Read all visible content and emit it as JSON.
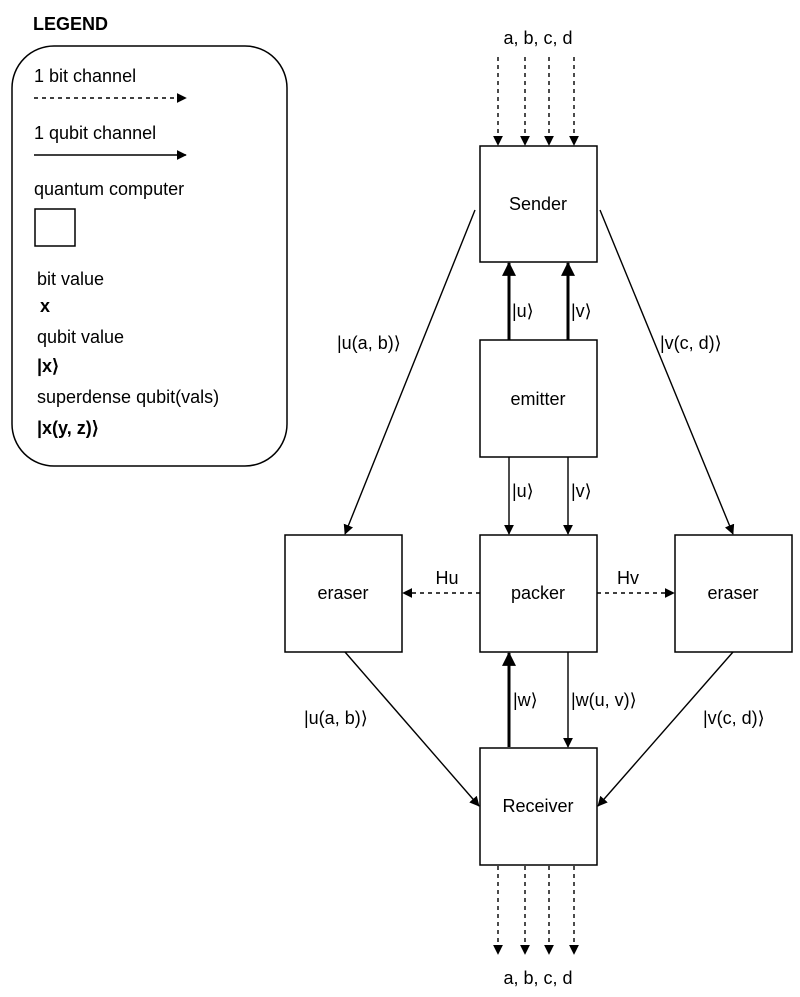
{
  "legend": {
    "title": "LEGEND",
    "bit_channel": "1 bit channel",
    "qubit_channel": "1 qubit channel",
    "quantum_computer": "quantum computer",
    "bit_value": "bit value",
    "bit_example": "x",
    "qubit_value": "qubit value",
    "qubit_example": "|x⟩",
    "superdense": "superdense qubit(vals)",
    "superdense_example": "|x(y, z)⟩"
  },
  "nodes": {
    "sender": "Sender",
    "emitter": "emitter",
    "packer": "packer",
    "receiver": "Receiver",
    "eraser_left": "eraser",
    "eraser_right": "eraser"
  },
  "edges": {
    "inputs": "a, b, c, d",
    "outputs": "a, b, c, d",
    "emit_u_up": "|u⟩",
    "emit_v_up": "|v⟩",
    "emit_u_down": "|u⟩",
    "emit_v_down": "|v⟩",
    "sender_left": "|u(a, b)⟩",
    "sender_right": "|v(c, d)⟩",
    "packer_hu": "Hu",
    "packer_hv": "Hv",
    "receiver_w": "|w⟩",
    "packer_w": "|w(u, v)⟩",
    "eraser_left_out": "|u(a, b)⟩",
    "eraser_right_out": "|v(c, d)⟩"
  }
}
